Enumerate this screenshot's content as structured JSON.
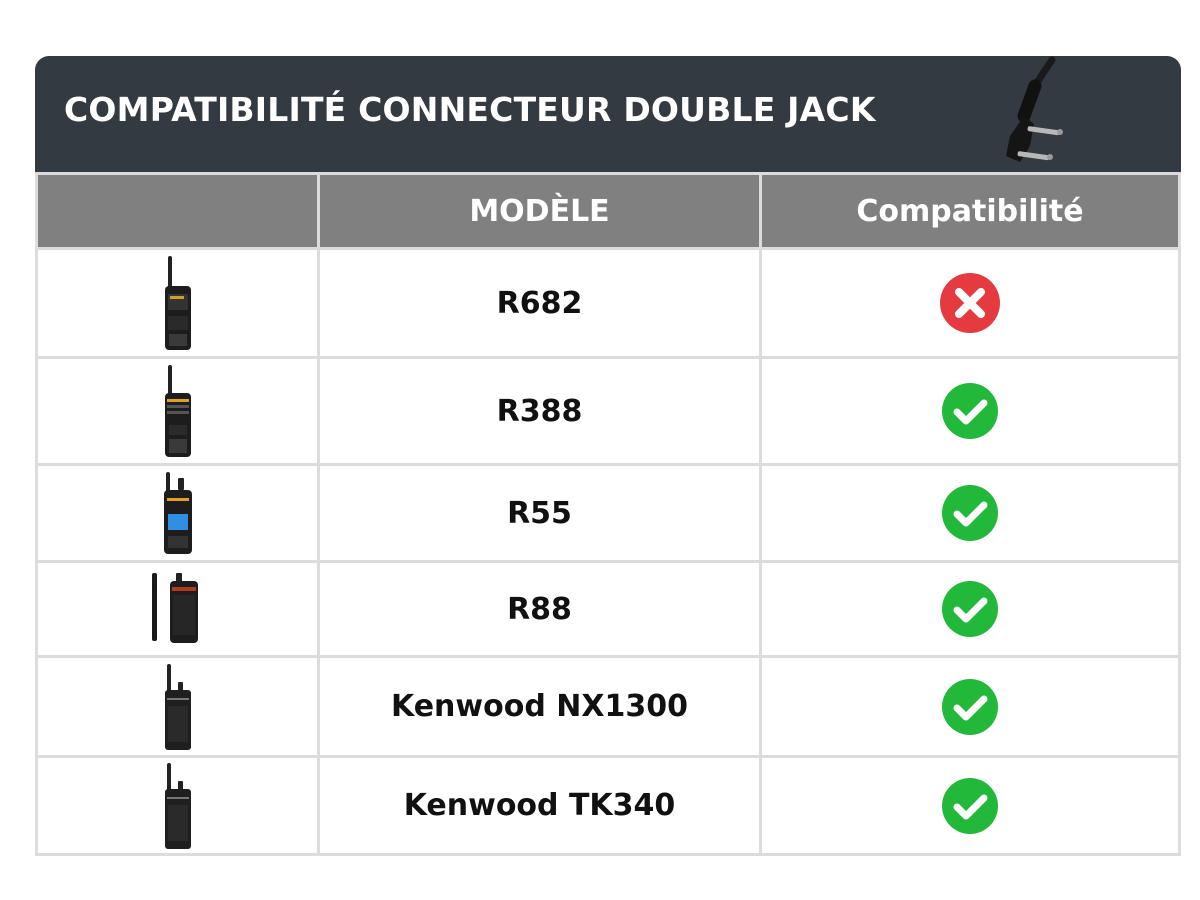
{
  "title": "COMPATIBILITÉ CONNECTEUR DOUBLE JACK",
  "colors": {
    "title_bg": "#343a42",
    "header_bg": "#808080",
    "grid": "#dcdcdc",
    "ok": "#22b93a",
    "ko": "#e53a3f"
  },
  "table": {
    "columns": [
      "",
      "MODÈLE",
      "Compatibilité"
    ],
    "rows": [
      {
        "image": "radio-r682-icon",
        "model": "R682",
        "compatible": false,
        "status_icon": "cross-circle-icon"
      },
      {
        "image": "radio-r388-icon",
        "model": "R388",
        "compatible": true,
        "status_icon": "check-circle-icon"
      },
      {
        "image": "radio-r55-icon",
        "model": "R55",
        "compatible": true,
        "status_icon": "check-circle-icon"
      },
      {
        "image": "radio-r88-icon",
        "model": "R88",
        "compatible": true,
        "status_icon": "check-circle-icon"
      },
      {
        "image": "radio-kenwood-nx1300-icon",
        "model": "Kenwood NX1300",
        "compatible": true,
        "status_icon": "check-circle-icon"
      },
      {
        "image": "radio-kenwood-tk340-icon",
        "model": "Kenwood TK340",
        "compatible": true,
        "status_icon": "check-circle-icon"
      }
    ]
  }
}
